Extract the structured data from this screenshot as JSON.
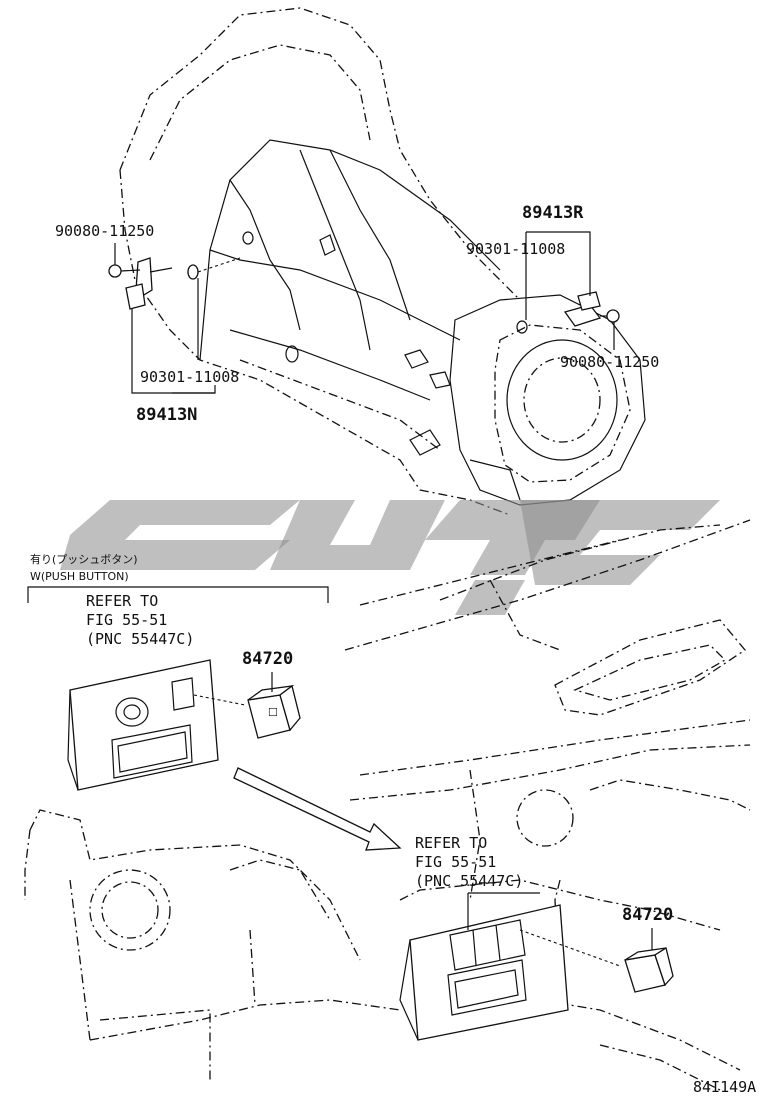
{
  "labels": {
    "bolt_left": "90080-11250",
    "gasket_left": "90301-11008",
    "sensor_left": "89413N",
    "sensor_right": "89413R",
    "gasket_right": "90301-11008",
    "bolt_right": "90080-11250",
    "switch_top": "84720",
    "switch_bottom": "84720"
  },
  "notes": {
    "condition_jp": "有り(プッシュボタン)",
    "condition_en": "W(PUSH BUTTON)"
  },
  "refer_top": {
    "line1": "REFER TO",
    "line2": "FIG 55-51",
    "line3": "(PNC 55447C)"
  },
  "refer_bottom": {
    "line1": "REFER TO",
    "line2": "FIG 55-51",
    "line3": "(PNC 55447C)"
  },
  "figure_code": "84I149A"
}
